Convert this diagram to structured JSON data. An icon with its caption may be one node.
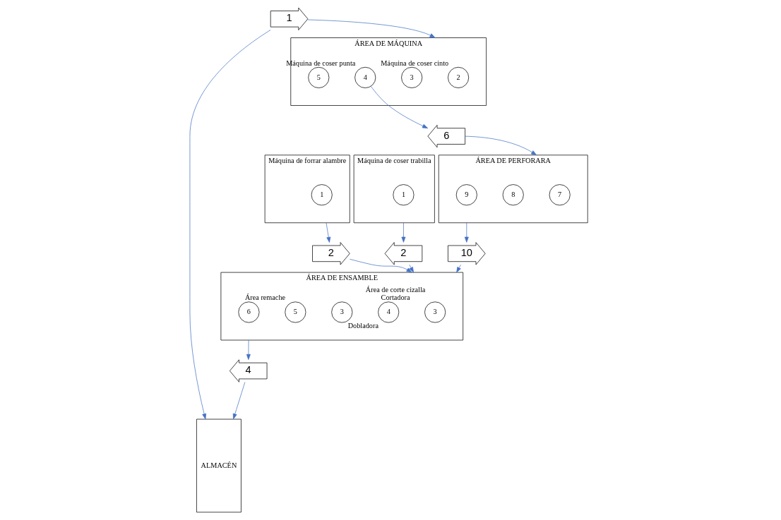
{
  "diagram": {
    "nodes": [
      {
        "text": [
          "ÁREA DE MÁQUINA"
        ]
      },
      {
        "text": [
          "2"
        ],
        "in": 0,
        "beside": [
          "Máquina de coser cinto"
        ]
      },
      {
        "text": [
          "3"
        ],
        "in": 0
      },
      {
        "text": [
          "4"
        ],
        "in": 0,
        "beside": [
          "Máquina de coser punta"
        ]
      },
      {
        "text": [
          "5"
        ],
        "in": 0
      },
      {
        "text": [
          "1"
        ]
      },
      {
        "text": [
          "ALMACÉN"
        ]
      },
      {
        "text": [
          "6"
        ]
      },
      {
        "text": [
          "ÁREA DE PERFORARA"
        ]
      },
      {
        "text": [
          "7"
        ],
        "in": 8
      },
      {
        "text": [
          "8"
        ],
        "in": 8
      },
      {
        "text": [
          "9"
        ],
        "in": 8
      },
      {
        "text": [
          "10"
        ]
      },
      {
        "text": [
          "ÁREA DE ENSAMBLE"
        ]
      },
      {
        "text": [
          "3"
        ],
        "in": 13,
        "beside": [
          "Área de corte cizalla",
          "Cortadora"
        ]
      },
      {
        "text": [
          "4"
        ],
        "in": 13,
        "beside": [
          "Dobladora"
        ]
      },
      {
        "text": [
          "3"
        ],
        "in": 13
      },
      {
        "text": [
          "5"
        ],
        "in": 13,
        "beside": [
          "Área remache"
        ]
      },
      {
        "text": [
          "6"
        ],
        "in": 13
      },
      {
        "text": [
          "4"
        ]
      },
      {
        "text": [
          "Máquina de forrar alambre"
        ]
      },
      {
        "text": [
          "1"
        ],
        "in": 20
      },
      {
        "text": [
          "2"
        ]
      },
      {
        "text": [
          "Máquina de coser trabilla"
        ]
      },
      {
        "text": [
          "1"
        ],
        "in": 23
      },
      {
        "text": [
          "2"
        ]
      }
    ],
    "edges": [
      {
        "from": 5,
        "to": 0,
        "arrow": "to"
      },
      {
        "from": 5,
        "to": 6,
        "arrow": "to"
      },
      {
        "from": 3,
        "to": 7,
        "arrow": "to"
      },
      {
        "from": 7,
        "to": 8,
        "arrow": "to"
      },
      {
        "from": 8,
        "to": 12,
        "arrow": "to"
      },
      {
        "from": 12,
        "to": 13,
        "arrow": "to"
      },
      {
        "from": 13,
        "to": 19,
        "arrow": "to"
      },
      {
        "from": 19,
        "to": 6,
        "arrow": "to"
      },
      {
        "from": 20,
        "to": 22,
        "arrow": "to"
      },
      {
        "from": 22,
        "to": 13,
        "arrow": "to"
      },
      {
        "from": 23,
        "to": 25,
        "arrow": "to"
      },
      {
        "from": 25,
        "to": 13,
        "arrow": "to"
      }
    ]
  }
}
